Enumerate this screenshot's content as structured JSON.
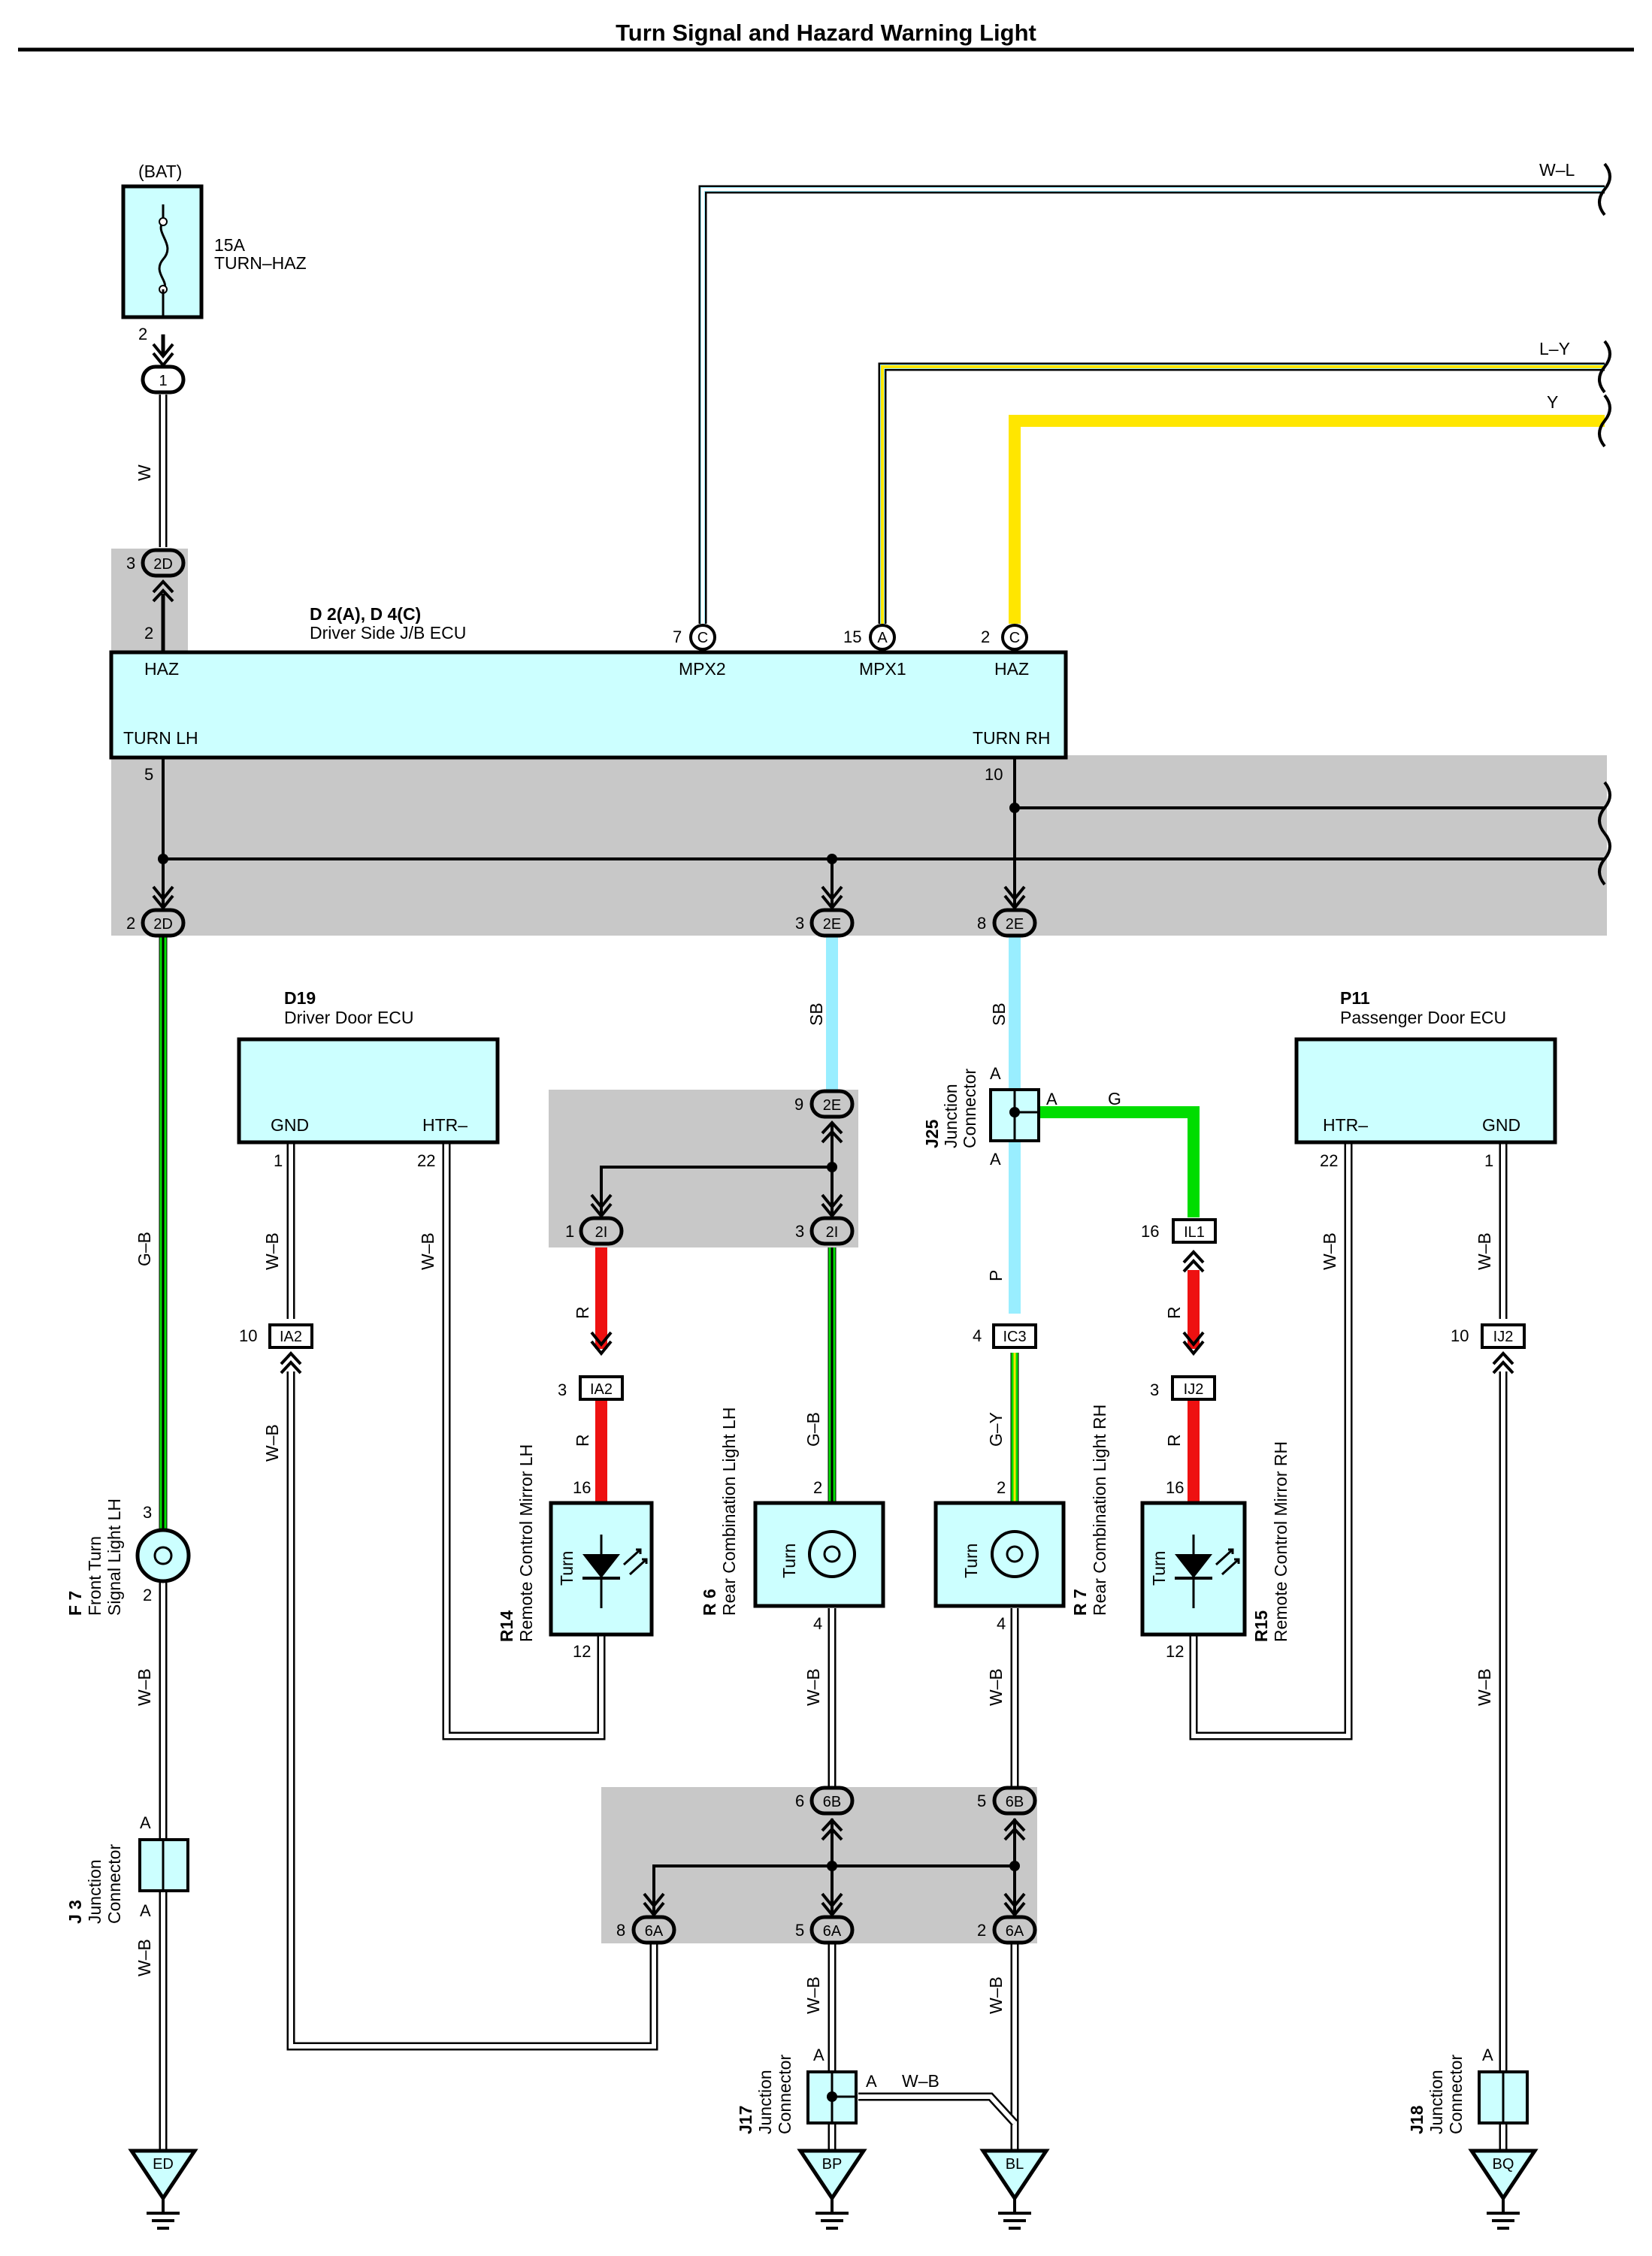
{
  "title": "Turn Signal and Hazard Warning Light",
  "colors": {
    "component_fill": "#ccffff",
    "shade": "#c8c8c8",
    "wire_black": "#000000",
    "wire_white": "#ffffff",
    "wire_green": "#00dd00",
    "wire_red": "#ee1111",
    "wire_light_blue": "#99eeff",
    "wire_yellow": "#ffe600"
  },
  "fuse": {
    "source": "(BAT)",
    "rating": "15A",
    "name": "TURN–HAZ",
    "pin": "2",
    "connector": "1"
  },
  "ecu_main": {
    "code": "D 2(A), D 4(C)",
    "name": "Driver Side J/B ECU",
    "terminals": {
      "haz_left": "HAZ",
      "mpx2": "MPX2",
      "mpx1": "MPX1",
      "haz_right": "HAZ",
      "turn_lh": "TURN LH",
      "turn_rh": "TURN RH"
    },
    "pins": {
      "haz_left": "2",
      "mpx2": "7",
      "mpx2_conn": "C",
      "mpx1": "15",
      "mpx1_conn": "A",
      "haz_right": "2",
      "haz_right_conn": "C",
      "turn_lh": "5",
      "turn_rh": "10"
    }
  },
  "wires": {
    "w": "W",
    "wl": "W–L",
    "ly": "L–Y",
    "y": "Y",
    "gb": "G–B",
    "wb": "W–B",
    "sb": "SB",
    "g": "G",
    "r": "R",
    "p": "P",
    "gy": "G–Y"
  },
  "d19": {
    "code": "D19",
    "name": "Driver Door ECU",
    "gnd": "GND",
    "htr": "HTR–",
    "pin_gnd": "1",
    "pin_htr": "22"
  },
  "p11": {
    "code": "P11",
    "name": "Passenger Door ECU",
    "htr": "HTR–",
    "gnd": "GND",
    "pin_htr": "22",
    "pin_gnd": "1"
  },
  "j25": {
    "code": "J25",
    "name1": "Junction",
    "name2": "Connector",
    "a": "A"
  },
  "j3": {
    "code": "J 3",
    "name1": "Junction",
    "name2": "Connector",
    "a": "A"
  },
  "j17": {
    "code": "J17",
    "name1": "Junction",
    "name2": "Connector",
    "a": "A"
  },
  "j18": {
    "code": "J18",
    "name1": "Junction",
    "name2": "Connector",
    "a": "A"
  },
  "f7": {
    "code": "F 7",
    "name1": "Front Turn",
    "name2": "Signal Light LH",
    "pin_top": "3",
    "pin_bot": "2"
  },
  "r14": {
    "code": "R14",
    "name": "Remote Control Mirror LH",
    "turn": "Turn",
    "pin_top": "16",
    "pin_bot": "12"
  },
  "r6": {
    "code": "R 6",
    "name": "Rear Combination Light LH",
    "turn": "Turn",
    "pin_top": "2",
    "pin_bot": "4"
  },
  "r7": {
    "code": "R 7",
    "name": "Rear Combination Light RH",
    "turn": "Turn",
    "pin_top": "2",
    "pin_bot": "4"
  },
  "r15": {
    "code": "R15",
    "name": "Remote Control Mirror RH",
    "turn": "Turn",
    "pin_top": "16",
    "pin_bot": "12"
  },
  "connectors": {
    "c2d": "2D",
    "c2e": "2E",
    "c2i": "2I",
    "c6b": "6B",
    "c6a": "6A",
    "ia2": "IA2",
    "ic3": "IC3",
    "il1": "IL1",
    "ij2": "IJ2"
  },
  "pins": {
    "p2d_top": "3",
    "p2d_top_below": "2",
    "p2d_bot": "2",
    "p2e_mid": "3",
    "p2e_right": "8",
    "p2e_9": "9",
    "p2i_left": "1",
    "p2i_right": "3",
    "pia2_left": "10",
    "pia2_mirror": "3",
    "pic3": "4",
    "pil1": "16",
    "pij2_mirror": "3",
    "pij2_right": "10",
    "p6b_left": "6",
    "p6b_right": "5",
    "p6a_left": "8",
    "p6a_mid": "5",
    "p6a_right": "2"
  },
  "grounds": {
    "ed": "ED",
    "bp": "BP",
    "bl": "BL",
    "bq": "BQ"
  }
}
